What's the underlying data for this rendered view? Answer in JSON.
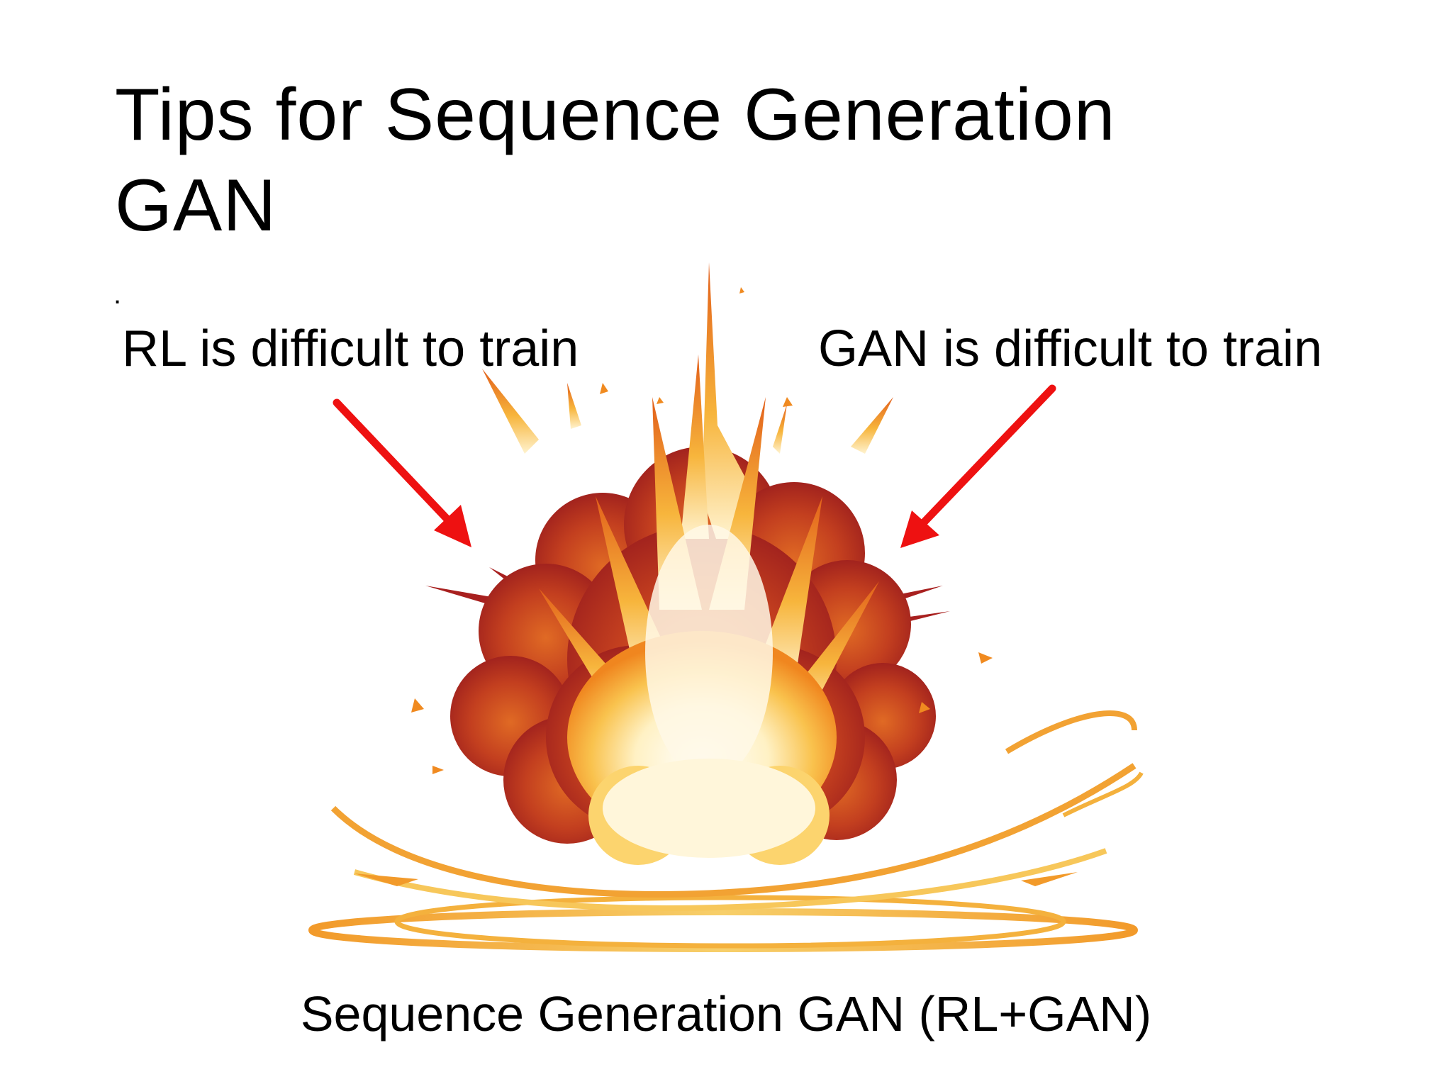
{
  "slide": {
    "title_line1": "Tips for Sequence Generation",
    "title_line2": "GAN",
    "bullet": ".",
    "left_label": "RL is difficult to train",
    "right_label": "GAN is difficult to train",
    "caption": "Sequence Generation GAN (RL+GAN)"
  },
  "colors": {
    "arrow": "#ee1111",
    "cloud_dark": "#a8201f",
    "cloud_mid": "#cf4a1f",
    "flame_orange": "#f08a20",
    "flame_yellow": "#f7c54a",
    "core": "#fff6da"
  },
  "icons": {
    "explosion": "explosion-illustration",
    "arrow": "arrow-down-right"
  }
}
